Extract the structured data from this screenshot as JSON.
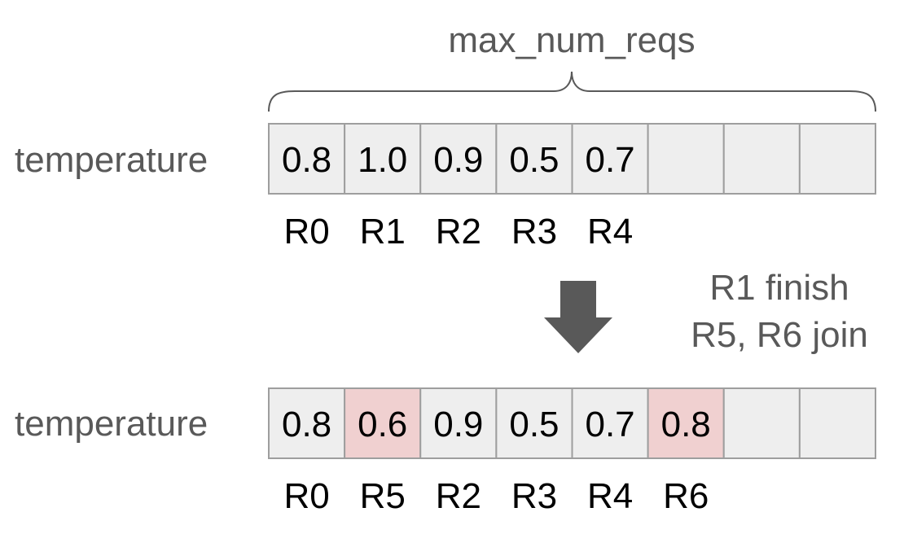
{
  "max_label": "max_num_reqs",
  "transition": {
    "line1": "R1 finish",
    "line2": "R5, R6 join"
  },
  "colors": {
    "cell_default": "#eeeeee",
    "cell_new": "#f0d0d0",
    "cell_border": "#9e9e9e",
    "label": "#595959",
    "arrow": "#595959"
  },
  "before": {
    "row_label": "temperature",
    "cells": [
      {
        "value": "0.8",
        "req": "R0",
        "is_new": false
      },
      {
        "value": "1.0",
        "req": "R1",
        "is_new": false
      },
      {
        "value": "0.9",
        "req": "R2",
        "is_new": false
      },
      {
        "value": "0.5",
        "req": "R3",
        "is_new": false
      },
      {
        "value": "0.7",
        "req": "R4",
        "is_new": false
      },
      {
        "value": "",
        "req": "",
        "is_new": false
      },
      {
        "value": "",
        "req": "",
        "is_new": false
      },
      {
        "value": "",
        "req": "",
        "is_new": false
      }
    ]
  },
  "after": {
    "row_label": "temperature",
    "cells": [
      {
        "value": "0.8",
        "req": "R0",
        "is_new": false
      },
      {
        "value": "0.6",
        "req": "R5",
        "is_new": true
      },
      {
        "value": "0.9",
        "req": "R2",
        "is_new": false
      },
      {
        "value": "0.5",
        "req": "R3",
        "is_new": false
      },
      {
        "value": "0.7",
        "req": "R4",
        "is_new": false
      },
      {
        "value": "0.8",
        "req": "R6",
        "is_new": true
      },
      {
        "value": "",
        "req": "",
        "is_new": false
      },
      {
        "value": "",
        "req": "",
        "is_new": false
      }
    ]
  }
}
